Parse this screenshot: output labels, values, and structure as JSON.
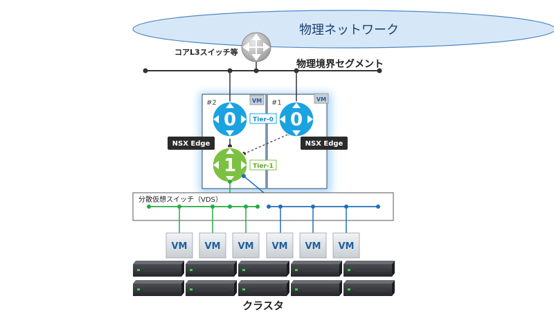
{
  "cloud": {
    "label": "物理ネットワーク"
  },
  "core_switch": {
    "label": "コアL3スイッチ等"
  },
  "segment": {
    "label": "物理境界セグメント"
  },
  "edges": [
    {
      "id": "#2",
      "vm_badge": "VM",
      "label": "NSX Edge"
    },
    {
      "id": "#1",
      "vm_badge": "VM",
      "label": "NSX Edge"
    }
  ],
  "tier0": {
    "label": "Tier-0",
    "glyph": "0"
  },
  "tier1": {
    "label": "Tier-1",
    "glyph": "1"
  },
  "vds": {
    "label": "分散仮想スイッチ（VDS）"
  },
  "vms": [
    "VM",
    "VM",
    "VM",
    "VM",
    "VM",
    "VM"
  ],
  "cluster": {
    "label": "クラスタ"
  },
  "colors": {
    "tier0": "#1aa3e0",
    "tier1": "#7cc142",
    "segment_green": "#22aa44",
    "segment_blue": "#1f6fb8",
    "glow": "#9fd0ff",
    "cloud_fill": "#d6e8f8",
    "cloud_stroke": "#4e86c4"
  }
}
